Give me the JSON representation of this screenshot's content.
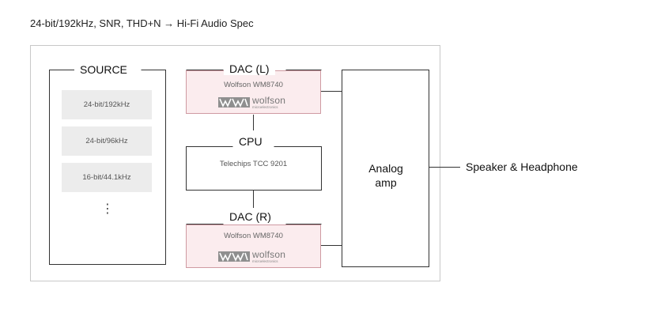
{
  "heading": "24-bit/192kHz, SNR, THD+N → Hi-Fi Audio Spec",
  "source": {
    "title": "SOURCE",
    "formats": [
      "24-bit/192kHz",
      "24-bit/96kHz",
      "16-bit/44.1kHz"
    ],
    "more": "⋮"
  },
  "dac_left": {
    "title": "DAC (L)",
    "chip": "Wolfson WM8740",
    "logo": {
      "name": "wolfson",
      "sub": "microelectronics",
      "icon": "wolfson-logo-icon"
    }
  },
  "cpu": {
    "title": "CPU",
    "chip": "Telechips TCC 9201"
  },
  "dac_right": {
    "title": "DAC (R)",
    "chip": "Wolfson WM8740",
    "logo": {
      "name": "wolfson",
      "sub": "microelectronics",
      "icon": "wolfson-logo-icon"
    }
  },
  "amp": {
    "line1": "Analog",
    "line2": "amp"
  },
  "output": "Speaker & Headphone",
  "colors": {
    "dac_fill": "#fbecee",
    "dac_border": "#cf9aa2",
    "tile_fill": "#ececec",
    "line": "#333333",
    "frame": "#c8c8c8"
  }
}
